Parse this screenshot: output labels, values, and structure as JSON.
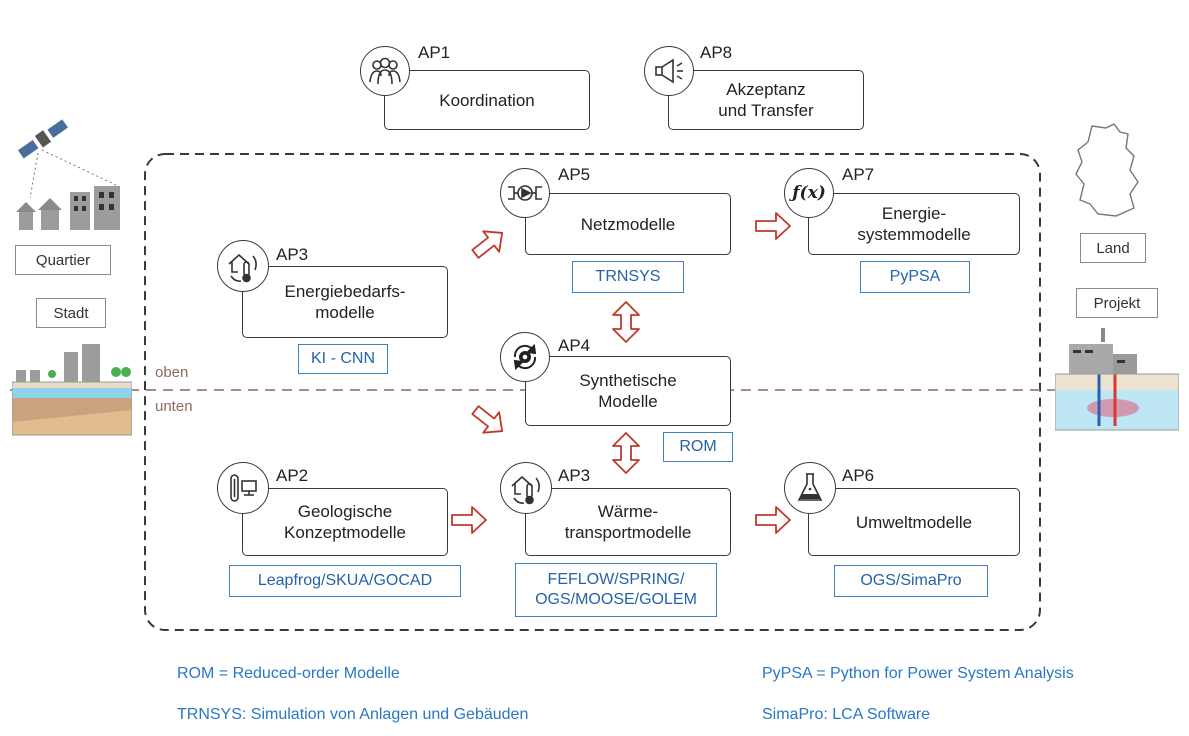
{
  "packages": {
    "ap1": {
      "code": "AP1",
      "label": "Koordination"
    },
    "ap8": {
      "code": "AP8",
      "label": "Akzeptanz\nund Transfer"
    },
    "ap5": {
      "code": "AP5",
      "label": "Netzmodelle",
      "tool": "TRNSYS"
    },
    "ap7": {
      "code": "AP7",
      "label": "Energie-\nsystemmodelle",
      "tool": "PyPSA"
    },
    "ap3a": {
      "code": "AP3",
      "label": "Energiebedarfs-\nmodelle",
      "tool": "KI - CNN"
    },
    "ap4": {
      "code": "AP4",
      "label": "Synthetische\nModelle",
      "tool": "ROM"
    },
    "ap2": {
      "code": "AP2",
      "label": "Geologische\nKonzeptmodelle",
      "tool": "Leapfrog/SKUA/GOCAD"
    },
    "ap3b": {
      "code": "AP3",
      "label": "Wärme-\ntransportmodelle",
      "tool": "FEFLOW/SPRING/\nOGS/MOOSE/GOLEM"
    },
    "ap6": {
      "code": "AP6",
      "label": "Umweltmodelle",
      "tool": "OGS/SimaPro"
    }
  },
  "levels": {
    "upper": "oben",
    "lower": "unten"
  },
  "scales": {
    "quartier": "Quartier",
    "stadt": "Stadt",
    "land": "Land",
    "projekt": "Projekt"
  },
  "legend": {
    "rom": "ROM = Reduced-order Modelle",
    "trnsys": "TRNSYS: Simulation von Anlagen und Gebäuden",
    "pypsa": "PyPSA = Python for Power System Analysis",
    "simapro": "SimaPro: LCA Software"
  },
  "colors": {
    "tool_border": "#3d7fc4",
    "arrow": "#c0392b",
    "divider": "#a07b6a",
    "legend_text": "#2a77c4"
  },
  "icons": {
    "ap1": "people-group-icon",
    "ap8": "megaphone-icon",
    "ap5": "network-pump-icon",
    "ap7": "function-fx-icon",
    "ap3a": "house-thermometer-icon",
    "ap4": "gear-cycle-icon",
    "ap2": "borehole-computer-icon",
    "ap3b": "house-thermometer-icon",
    "ap6": "flask-icon"
  }
}
